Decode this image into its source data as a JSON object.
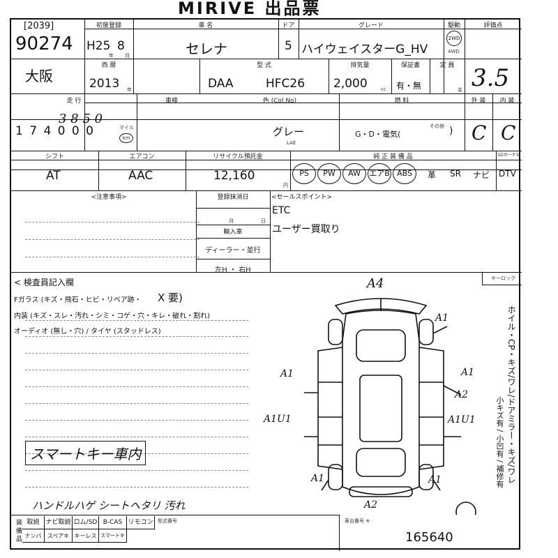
{
  "title": "MIRIVE 出品票",
  "lot": {
    "code": "[2039]",
    "number": "90274",
    "location": "大阪"
  },
  "headers": {
    "first_reg": "初度登録",
    "name": "車 名",
    "door": "ドア",
    "grade": "グレード",
    "drive": "駆動",
    "score": "評価点",
    "year_label": "年",
    "month_label": "月",
    "style_year": "西 暦",
    "mfr_year": "年",
    "model": "型 式",
    "displacement": "排気量",
    "warranty": "保証書",
    "capacity": "定 員",
    "mileage": "走 行",
    "shaken": "車検",
    "color": "色 (Col.No)",
    "fuel": "燃 料",
    "exterior": "外 装",
    "interior": "内 装",
    "shift": "シフト",
    "aircon": "エアコン",
    "recycle": "リサイクル預託金",
    "options": "純 正 装 備 品",
    "keytype": "SDカーナビ",
    "notes": "<注意事項>",
    "regist": "登録抹消日",
    "sales": "<セールスポイント>",
    "inspector": "< 検査員記入欄",
    "keylock": "キーロック",
    "frameno": "車台番号 ※",
    "lm_code": "型式番号"
  },
  "vehicle": {
    "first_reg_era": "H25",
    "first_reg_month": "8",
    "name": "セレナ",
    "door": "5",
    "grade": "ハイウェイスターG_HV",
    "drive_2wd": "2WD",
    "drive_4wd": "4WD",
    "year": "2013",
    "model_prefix": "DAA",
    "model_code": "HFC26",
    "displacement": "2,000",
    "displacement_unit": "cc",
    "warranty": "有・無",
    "capacity_unit": "名",
    "score": "3.5",
    "mileage_digits": "1 7 4 0 0 0",
    "mileage_hand": "3 8 5 0",
    "mileage_unit_mile": "マイル",
    "mileage_unit_km": "km",
    "color": "グレー",
    "color_sub": "LAE",
    "fuel": "G・D・電気(",
    "fuel_other": "その他",
    "fuel_close": ")",
    "exterior": "C",
    "interior": "C",
    "shift": "AT",
    "aircon": "AAC",
    "recycle": "12,160",
    "recycle_unit": "円",
    "frame_no": "165640"
  },
  "equipment": [
    "PS",
    "PW",
    "AW",
    "エアB",
    "ABS",
    "革",
    "SR",
    "ナビ",
    "DTV"
  ],
  "sales_points": [
    "ETC",
    "ユーザー買取り"
  ],
  "regist_fields": {
    "month": "月",
    "day": "日",
    "import": "輸入車",
    "dealer": "ディーラー・並行",
    "handle": "左H ・ 右H"
  },
  "inspector": {
    "fglass": "Fガラス (キズ・飛石・ヒビ・リペア跡・",
    "fglass_mark": "X 要)",
    "interior_line": "内装 (キズ・スレ・汚れ・シミ・コゲ・穴・キレ・破れ・割れ)",
    "audio_line": "オーディオ (無し・穴) / タイヤ (スタッドレス)",
    "smartkey": "スマートキー車内",
    "handnote": "ハンドルハゲ   シートヘタリ  汚れ"
  },
  "diagram_marks": {
    "a4": "A4",
    "a1_top": "A1",
    "a1_left": "A1",
    "a2_right": "A2",
    "a1u1_left": "A1U1",
    "a1u1_right": "A1U1",
    "a1_br": "A1",
    "a1_bl": "A1",
    "a1_right": "A1",
    "a2_bottom": "A2"
  },
  "side_text": "ホイル・CP・キズ/ワレ/ドアミラー・キズ/ワレ",
  "side_text2": "小キズ有 / 小凹有 / 補修有",
  "bottom_labels": {
    "row1": [
      "取説",
      "ナビ取説",
      "ロム/SD",
      "B-CAS",
      "リモコン"
    ],
    "row2": [
      "ナンバー",
      "スペアキー",
      "キーレス",
      "スマートキー"
    ],
    "side": "装 備 品"
  }
}
